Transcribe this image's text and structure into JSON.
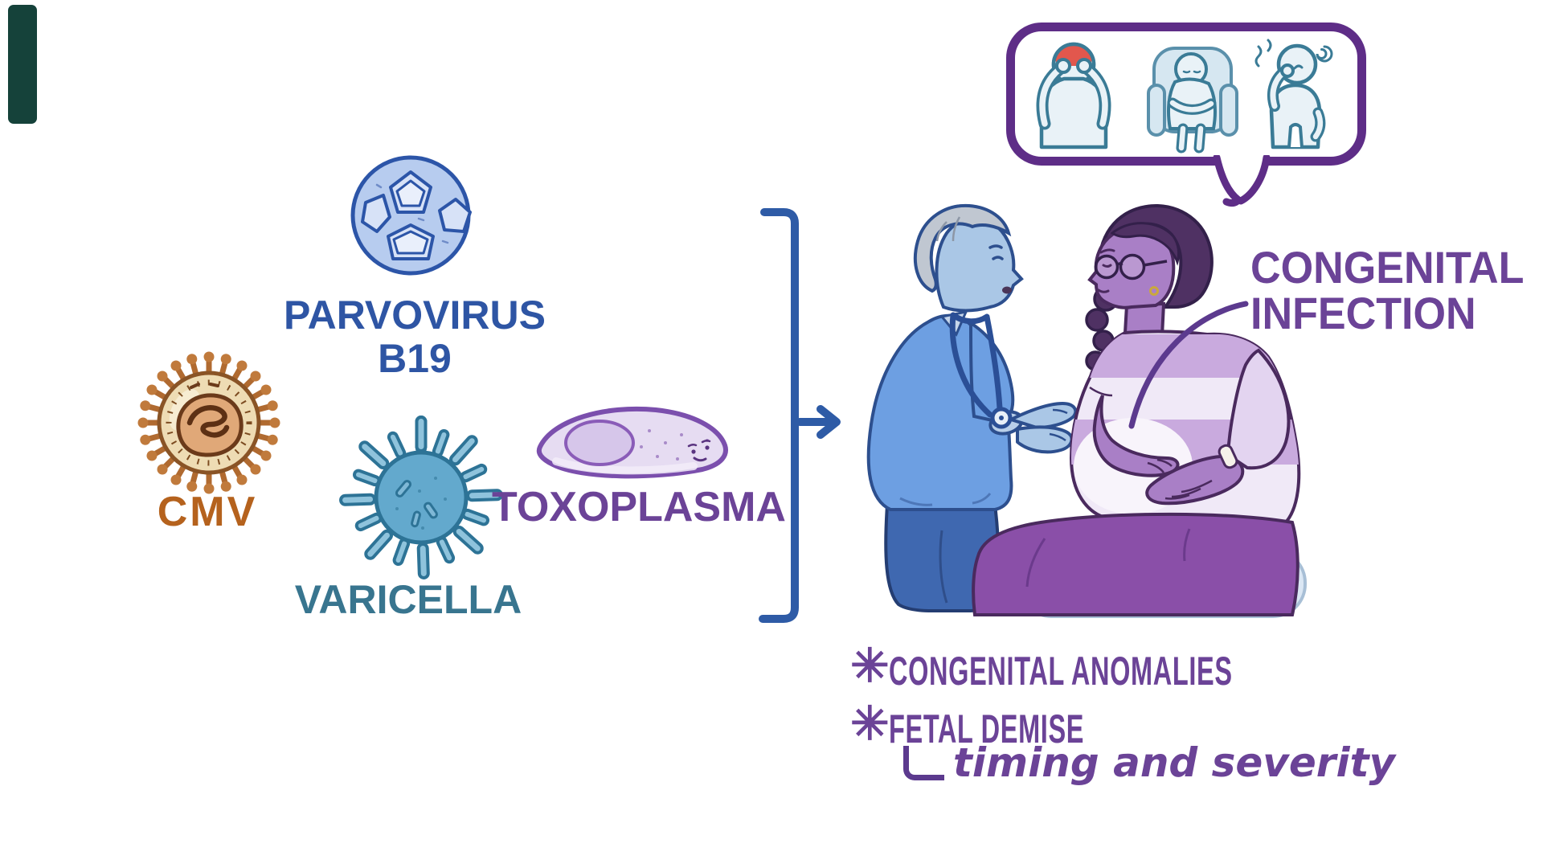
{
  "pathogens": {
    "parvovirus": {
      "label_line1": "PARVOVIRUS",
      "label_line2": "B19",
      "color": "#2e55a4"
    },
    "cmv": {
      "label": "CMV",
      "color": "#b5621d"
    },
    "varicella": {
      "label": "VARICELLA",
      "color": "#38758f"
    },
    "toxoplasma": {
      "label": "TOXOPLASMA",
      "color": "#6b4397"
    }
  },
  "connector": {
    "color": "#2e5ba6"
  },
  "symptom_bubble": {
    "border_color": "#5e2d87",
    "icons": [
      "headache-icon",
      "fatigue-armchair-icon",
      "malaise-icon"
    ]
  },
  "diagnosis_label": {
    "line1": "CONGENITAL",
    "line2": "INFECTION",
    "color": "#6b4397"
  },
  "outcomes": {
    "bullet": "✳",
    "items": [
      "CONGENITAL ANOMALIES",
      "FETAL DEMISE"
    ],
    "note": "timing and severity",
    "color": "#6b4397"
  }
}
